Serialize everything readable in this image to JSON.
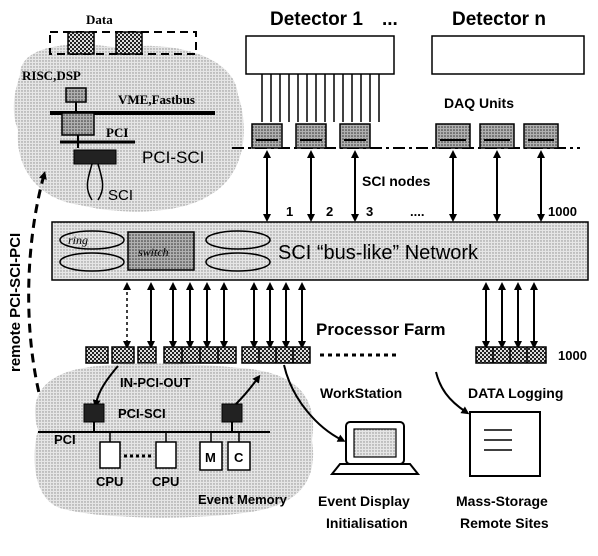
{
  "labels": {
    "data": "Data",
    "risc_dsp": "RISC,DSP",
    "vme_fastbus": "VME,Fastbus",
    "pci_top": "PCI",
    "pci_sci_top": "PCI-SCI",
    "sci_top": "SCI",
    "detector_1": "Detector 1",
    "ellipsis_detectors": "...",
    "detector_n": "Detector n",
    "daq_units": "DAQ Units",
    "sci_nodes": "SCI nodes",
    "node_1": "1",
    "node_2": "2",
    "node_3": "3",
    "node_dots": "....",
    "node_1000": "1000",
    "ring": "ring",
    "switch": "switch",
    "network": "SCI “bus-like” Network",
    "remote_pci_sci_pci": "remote PCI-SCI-PCI",
    "processor_farm": "Processor Farm",
    "farm_1000": "1000",
    "in_pci_out": "IN-PCI-OUT",
    "workstation": "WorkStation",
    "data_logging": "DATA Logging",
    "pci_sci_bottom": "PCI-SCI",
    "pci_bottom": "PCI",
    "cpu_1": "CPU",
    "cpu_2": "CPU",
    "mem_m": "M",
    "mem_c": "C",
    "event_memory": "Event Memory",
    "event_display": "Event Display",
    "initialisation": "Initialisation",
    "mass_storage": "Mass-Storage",
    "remote_sites": "Remote Sites"
  },
  "colors": {
    "ink": "#000000",
    "shaded_area": "#d6d6d6",
    "network_fill": "#e4e4e4",
    "node_fill": "#a8a8a8",
    "dark_node": "#2a2a2a"
  }
}
